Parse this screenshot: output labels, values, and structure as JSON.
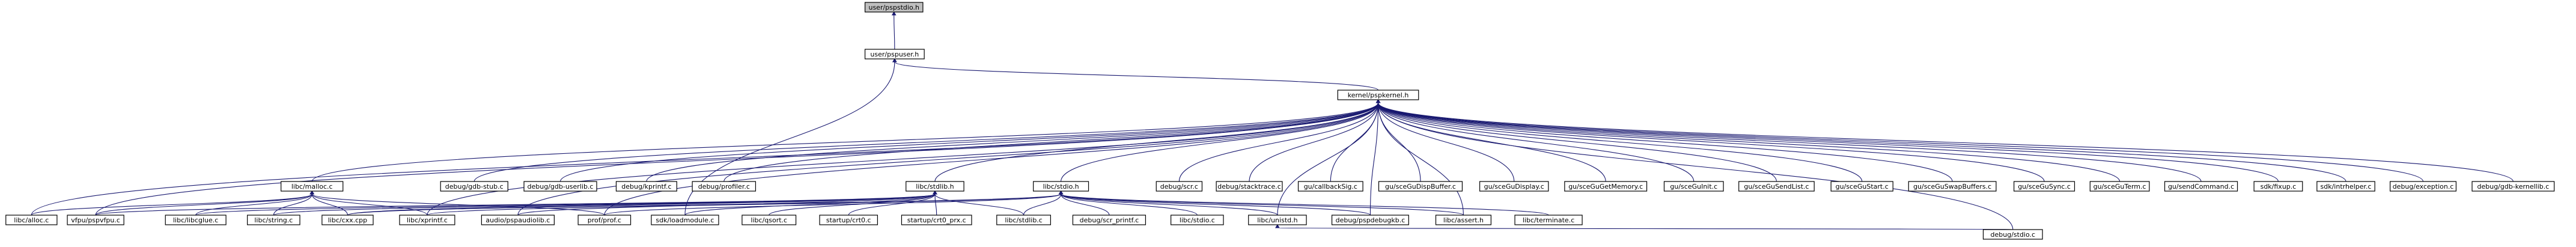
{
  "graph": {
    "root": "user/pspstdio.h",
    "nodes": [
      {
        "id": "root",
        "label": "user/pspstdio.h"
      },
      {
        "id": "pspuser",
        "label": "user/pspuser.h"
      },
      {
        "id": "pspkernel",
        "label": "kernel/pspkernel.h"
      },
      {
        "id": "malloc",
        "label": "libc/malloc.c"
      },
      {
        "id": "gdbstub",
        "label": "debug/gdb-stub.c"
      },
      {
        "id": "gdbuserlib",
        "label": "debug/gdb-userlib.c"
      },
      {
        "id": "kprintf",
        "label": "debug/kprintf.c"
      },
      {
        "id": "profiler",
        "label": "debug/profiler.c"
      },
      {
        "id": "stdlibh",
        "label": "libc/stdlib.h"
      },
      {
        "id": "stdioh",
        "label": "libc/stdio.h"
      },
      {
        "id": "scr",
        "label": "debug/scr.c"
      },
      {
        "id": "stacktrace",
        "label": "debug/stacktrace.c"
      },
      {
        "id": "callbacksig",
        "label": "gu/callbackSig.c"
      },
      {
        "id": "gudispbuffer",
        "label": "gu/sceGuDispBuffer.c"
      },
      {
        "id": "gudisplay",
        "label": "gu/sceGuDisplay.c"
      },
      {
        "id": "gugetmemory",
        "label": "gu/sceGuGetMemory.c"
      },
      {
        "id": "guinit",
        "label": "gu/sceGuInit.c"
      },
      {
        "id": "gusendlist",
        "label": "gu/sceGuSendList.c"
      },
      {
        "id": "gustart",
        "label": "gu/sceGuStart.c"
      },
      {
        "id": "guswapbuffers",
        "label": "gu/sceGuSwapBuffers.c"
      },
      {
        "id": "gusync",
        "label": "gu/sceGuSync.c"
      },
      {
        "id": "guterm",
        "label": "gu/sceGuTerm.c"
      },
      {
        "id": "sendcommand",
        "label": "gu/sendCommand.c"
      },
      {
        "id": "fixup",
        "label": "sdk/fixup.c"
      },
      {
        "id": "intrhelper",
        "label": "sdk/intrhelper.c"
      },
      {
        "id": "exception",
        "label": "debug/exception.c"
      },
      {
        "id": "gdbkernellib",
        "label": "debug/gdb-kernellib.c"
      },
      {
        "id": "alloc",
        "label": "libc/alloc.c"
      },
      {
        "id": "pspvfpu",
        "label": "vfpu/pspvfpu.c"
      },
      {
        "id": "libcglue",
        "label": "libc/libcglue.c"
      },
      {
        "id": "string",
        "label": "libc/string.c"
      },
      {
        "id": "cxx",
        "label": "libc/cxx.cpp"
      },
      {
        "id": "xprintf",
        "label": "libc/xprintf.c"
      },
      {
        "id": "pspaudiolib",
        "label": "audio/pspaudiolib.c"
      },
      {
        "id": "prof",
        "label": "prof/prof.c"
      },
      {
        "id": "loadmodule",
        "label": "sdk/loadmodule.c"
      },
      {
        "id": "qsort",
        "label": "libc/qsort.c"
      },
      {
        "id": "crt0",
        "label": "startup/crt0.c"
      },
      {
        "id": "crt0prx",
        "label": "startup/crt0_prx.c"
      },
      {
        "id": "stdlibc",
        "label": "libc/stdlib.c"
      },
      {
        "id": "scrprintf",
        "label": "debug/scr_printf.c"
      },
      {
        "id": "stdioc",
        "label": "libc/stdio.c"
      },
      {
        "id": "unistd",
        "label": "libc/unistd.h"
      },
      {
        "id": "pspdebugkb",
        "label": "debug/pspdebugkb.c"
      },
      {
        "id": "assert",
        "label": "libc/assert.h"
      },
      {
        "id": "terminate",
        "label": "libc/terminate.c"
      },
      {
        "id": "stdio_dbg",
        "label": "debug/stdio.c"
      }
    ],
    "edges": [
      [
        "pspuser",
        "root"
      ],
      [
        "pspkernel",
        "pspuser"
      ],
      [
        "loadmodule",
        "pspuser"
      ],
      [
        "malloc",
        "pspkernel"
      ],
      [
        "gdbstub",
        "pspkernel"
      ],
      [
        "gdbuserlib",
        "pspkernel"
      ],
      [
        "kprintf",
        "pspkernel"
      ],
      [
        "profiler",
        "pspkernel"
      ],
      [
        "stdlibh",
        "pspkernel"
      ],
      [
        "stdioh",
        "pspkernel"
      ],
      [
        "scr",
        "pspkernel"
      ],
      [
        "stacktrace",
        "pspkernel"
      ],
      [
        "callbacksig",
        "pspkernel"
      ],
      [
        "gudispbuffer",
        "pspkernel"
      ],
      [
        "gudisplay",
        "pspkernel"
      ],
      [
        "gugetmemory",
        "pspkernel"
      ],
      [
        "guinit",
        "pspkernel"
      ],
      [
        "gusendlist",
        "pspkernel"
      ],
      [
        "gustart",
        "pspkernel"
      ],
      [
        "guswapbuffers",
        "pspkernel"
      ],
      [
        "gusync",
        "pspkernel"
      ],
      [
        "guterm",
        "pspkernel"
      ],
      [
        "sendcommand",
        "pspkernel"
      ],
      [
        "fixup",
        "pspkernel"
      ],
      [
        "intrhelper",
        "pspkernel"
      ],
      [
        "exception",
        "pspkernel"
      ],
      [
        "gdbkernellib",
        "pspkernel"
      ],
      [
        "alloc",
        "pspkernel"
      ],
      [
        "pspvfpu",
        "pspkernel"
      ],
      [
        "xprintf",
        "pspkernel"
      ],
      [
        "stdio_dbg",
        "pspkernel"
      ],
      [
        "pspaudiolib",
        "pspkernel"
      ],
      [
        "prof",
        "pspkernel"
      ],
      [
        "unistd",
        "pspkernel"
      ],
      [
        "pspdebugkb",
        "pspkernel"
      ],
      [
        "assert",
        "pspkernel"
      ],
      [
        "alloc",
        "malloc"
      ],
      [
        "pspvfpu",
        "malloc"
      ],
      [
        "libcglue",
        "malloc"
      ],
      [
        "string",
        "malloc"
      ],
      [
        "cxx",
        "malloc"
      ],
      [
        "xprintf",
        "malloc"
      ],
      [
        "prof",
        "malloc"
      ],
      [
        "loadmodule",
        "stdlibh"
      ],
      [
        "pspvfpu",
        "stdlibh"
      ],
      [
        "libcglue",
        "stdlibh"
      ],
      [
        "string",
        "stdlibh"
      ],
      [
        "cxx",
        "stdlibh"
      ],
      [
        "qsort",
        "stdlibh"
      ],
      [
        "crt0",
        "stdlibh"
      ],
      [
        "crt0prx",
        "stdlibh"
      ],
      [
        "stdlibc",
        "stdlibh"
      ],
      [
        "pspaudiolib",
        "stdlibh"
      ],
      [
        "cxx",
        "stdioh"
      ],
      [
        "xprintf",
        "stdioh"
      ],
      [
        "stdlibc",
        "stdioh"
      ],
      [
        "scrprintf",
        "stdioh"
      ],
      [
        "stdioc",
        "stdioh"
      ],
      [
        "unistd",
        "stdioh"
      ],
      [
        "pspdebugkb",
        "stdioh"
      ],
      [
        "assert",
        "stdioh"
      ],
      [
        "terminate",
        "stdioh"
      ],
      [
        "prof",
        "stdioh"
      ],
      [
        "stdio_dbg",
        "unistd"
      ]
    ]
  }
}
